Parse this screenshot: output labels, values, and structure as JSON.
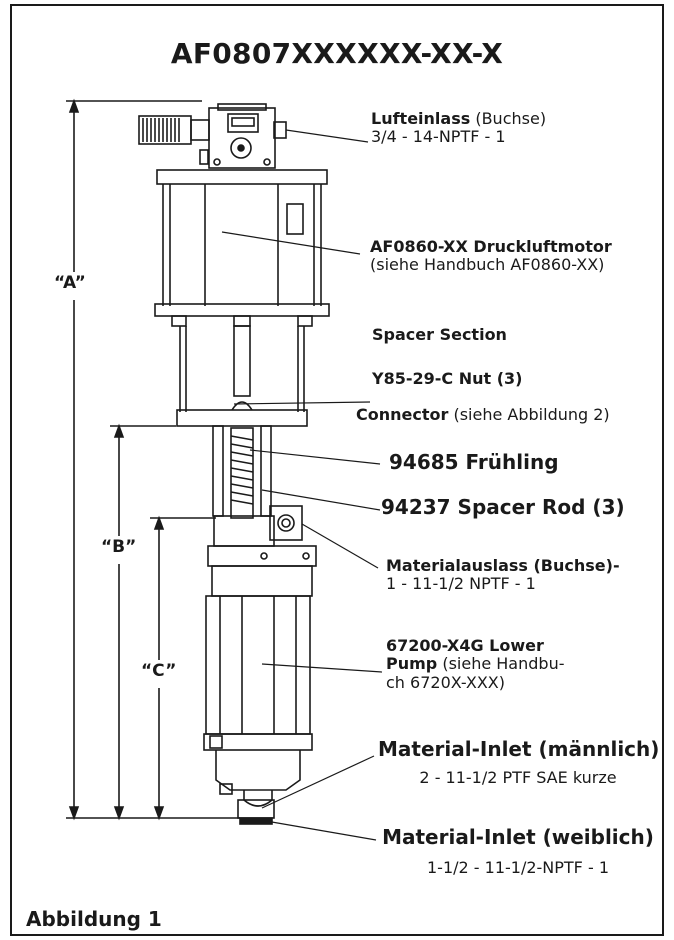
{
  "title": "AF0807XXXXXX-XX-X",
  "dimensions": {
    "a": "“A”",
    "b": "“B”",
    "c": "“C”"
  },
  "callouts": {
    "air_inlet": {
      "bold": "Lufteinlass",
      "normal": " (Buchse)",
      "line2": "3/4 - 14-NPTF - 1"
    },
    "air_motor": {
      "bold": "AF0860-XX Druckluftmotor",
      "line2": "(siehe Handbuch AF0860-XX)"
    },
    "spacer_section": {
      "bold": "Spacer Section"
    },
    "nut": {
      "bold": "Y85-29-C Nut (3)"
    },
    "connector": {
      "bold": "Connector",
      "normal": " (siehe Abbildung 2)"
    },
    "spring": {
      "bold": "94685 Frühling"
    },
    "spacer_rod": {
      "bold": "94237 Spacer Rod (3)"
    },
    "material_outlet": {
      "bold": "Materialauslass (Buchse)-",
      "line2": "1 - 11-1/2 NPTF - 1"
    },
    "lower_pump": {
      "bold1": "67200-X4G  Lower",
      "bold2": "Pump",
      "normal2": " (siehe Handbu-",
      "line3": "ch 6720X-XXX)"
    },
    "inlet_male": {
      "bold": "Material-Inlet (männlich)",
      "line2": "2 - 11-1/2 PTF SAE kurze"
    },
    "inlet_female": {
      "bold": "Material-Inlet (weiblich)",
      "line2": "1-1/2 - 11-1/2-NPTF - 1"
    }
  },
  "figure_label": "Abbildung 1",
  "colors": {
    "line": "#1a1a1a",
    "fill": "#ffffff"
  }
}
